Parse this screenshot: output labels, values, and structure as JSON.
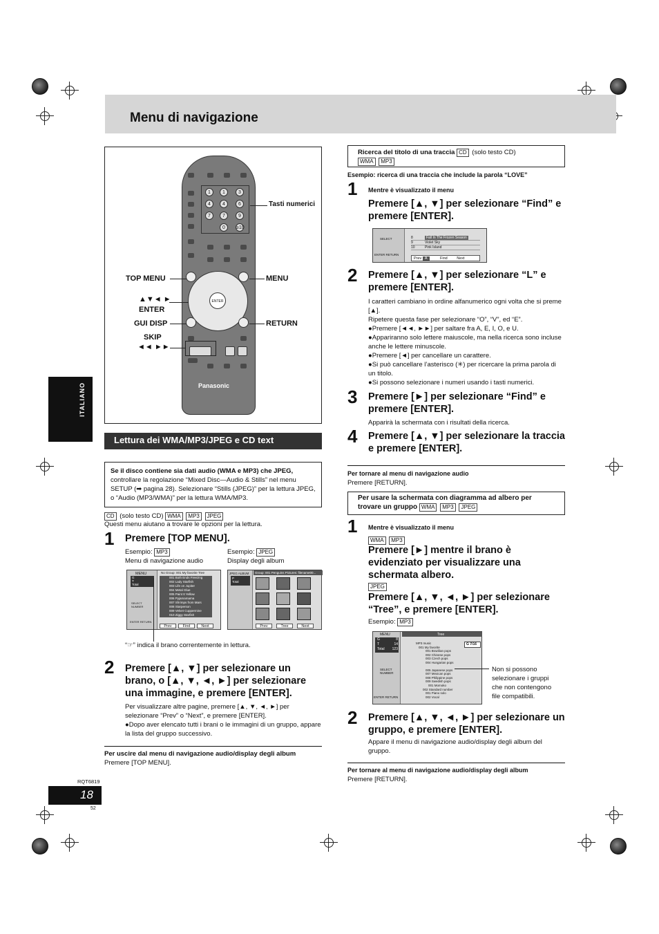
{
  "header": {
    "title": "Menu di navigazione",
    "side_tab": "ITALIANO"
  },
  "remote": {
    "brand": "Panasonic",
    "callouts": {
      "tasti_numerici": "Tasti numerici",
      "top_menu": "TOP MENU",
      "arrows": "▲▼◄ ►",
      "enter": "ENTER",
      "gui_disp": "GUI DISP",
      "skip": "SKIP",
      "skip_symbols": "◄◄  ►►",
      "menu": "MENU",
      "return": "RETURN"
    }
  },
  "left": {
    "section_heading": "Lettura dei WMA/MP3/JPEG e CD text",
    "note_box": {
      "lead": "Se il disco contiene sia dati audio (WMA e MP3) che JPEG,",
      "text": "controllare la regolazione “Mixed Disc—Audio & Stills” nel menu SETUP (➡ pagina 28). Selezionare “Stills (JPEG)” per la lettura JPEG, o “Audio (MP3/WMA)” per la lettura WMA/MP3."
    },
    "tags_line": {
      "cd": "CD",
      "cd_note": "(solo testo CD)",
      "wma": "WMA",
      "mp3": "MP3",
      "jpeg": "JPEG"
    },
    "intro": "Questi menu aiutano a trovare le opzioni per la lettura.",
    "step1": {
      "num": "1",
      "text": "Premere [TOP MENU]."
    },
    "example_left": {
      "label": "Esempio:",
      "tag": "MP3",
      "caption": "Menu di navigazione audio"
    },
    "example_right": {
      "label": "Esempio:",
      "tag": "JPEG",
      "caption": "Display degli album"
    },
    "screen_mp3": {
      "menu": "MENU",
      "header": "No   Group: 001 My favorite     Tree",
      "g": "G",
      "t": "T",
      "total": "Total",
      "tracks": [
        "001 Both Ends Freezing",
        "002 Lady Starfish",
        "003 Life on Jupiter",
        "004 Metal Glue",
        "005 Paint It Yellow",
        "006 Pyjamamama",
        "007 Shrimps from Mars",
        "008 Starperson",
        "009 Velvet Cuppermine",
        "010 Ziggy Starfish"
      ],
      "select": "SELECT",
      "number": "NUMBER",
      "enter": "ENTER",
      "return": "RETURN",
      "buttons": [
        "Prev",
        "Find",
        "Next"
      ]
    },
    "screen_jpeg": {
      "menu": "JPEG ALBUM",
      "header": "Group: 001 Penguins   Pictures: filename00...",
      "p": "P",
      "total": "Total",
      "buttons": [
        "Prev",
        "Tree",
        "Next"
      ]
    },
    "cursor_note": "“☞” indica il brano correntemente in lettura.",
    "step2": {
      "num": "2",
      "text": "Premere [▲, ▼] per selezionare un brano, o [▲, ▼, ◄, ►] per selezionare una immagine, e premere [ENTER]."
    },
    "step2_body": [
      "Per visualizzare altre pagine, premere [▲, ▼, ◄, ►] per selezionare “Prev” o “Next”, e premere [ENTER].",
      "●Dopo aver elencato tutti i brani o le immagini di un gruppo, appare la lista del gruppo successivo."
    ],
    "exit_title": "Per uscire dal menu di navigazione audio/display degli album",
    "exit_text": "Premere [TOP MENU]."
  },
  "right": {
    "search_box": {
      "title": "Ricerca del titolo di una traccia",
      "cd": "CD",
      "cd_note": "(solo testo CD)",
      "wma": "WMA",
      "mp3": "MP3"
    },
    "search_example": "Esempio:  ricerca di una traccia che include la parola “LOVE”",
    "s1_num": "1",
    "s1_sub": "Mentre è visualizzato il menu",
    "s1_step": "Premere [▲, ▼] per selezionare “Find” e premere [ENTER].",
    "find_screen": {
      "rows": [
        [
          "8",
          "Fall In The Frozen Season"
        ],
        [
          "9",
          "Violet Sky"
        ],
        [
          "10",
          "Pink Island"
        ]
      ],
      "select": "SELECT",
      "enter": "ENTER",
      "return": "RETURN",
      "prev": "Prev",
      "a": "A",
      "find": "Find",
      "next": "Next"
    },
    "s2_num": "2",
    "s2_step": "Premere [▲, ▼] per selezionare “L” e premere [ENTER].",
    "s2_body": [
      "I caratteri cambiano in ordine alfanumerico ogni volta che si preme [▲].",
      "Ripetere questa fase per selezionare “O”, “V”, ed “E”.",
      "●Premere [◄◄, ►►] per saltare fra A, E, I, O, e U.",
      "●Appariranno solo lettere maiuscole, ma nella ricerca sono incluse anche le lettere minuscole.",
      "●Premere [◄] per cancellare un carattere.",
      "●Si può cancellare l’asterisco (✳) per ricercare la prima parola di un titolo.",
      "●Si possono selezionare i numeri usando i tasti numerici."
    ],
    "s3_num": "3",
    "s3_step": "Premere [►] per selezionare “Find” e premere [ENTER].",
    "s3_body": "Apparirà la schermata con i risultati della ricerca.",
    "s4_num": "4",
    "s4_step": "Premere [▲, ▼] per selezionare la traccia e premere [ENTER].",
    "back1_title": "Per tornare al menu di navigazione audio",
    "back1_text": "Premere [RETURN].",
    "tree_box": {
      "title": "Per usare la schermata con diagramma ad albero per trovare un gruppo",
      "wma": "WMA",
      "mp3": "MP3",
      "jpeg": "JPEG"
    },
    "t1_num": "1",
    "t1_sub": "Mentre è visualizzato il menu",
    "t1_tags": {
      "wma": "WMA",
      "mp3": "MP3"
    },
    "t1_step": "Premere [►] mentre il brano è evidenziato per visualizzare una schermata albero.",
    "t1_jpeg": "JPEG",
    "t1_step_b": "Premere [▲, ▼, ◄, ►] per selezionare “Tree”, e premere [ENTER].",
    "t1_example": "Esempio:",
    "t1_example_tag": "MP3",
    "tree_screen": {
      "menu": "MENU",
      "tree": "Tree",
      "g": "G",
      "g_val": "8",
      "t": "T",
      "t_val": "14",
      "total": "Total",
      "total_val": "123",
      "badge": "G  7/16",
      "items": [
        "MP3 music",
        "001 My favorite",
        "001 Brazilian pops",
        "002 Chinese pops",
        "003 Czech pops",
        "004 Hungarian pops",
        "",
        "005 Japanese pops",
        "007 Mexican pops",
        "008 Philippine pops",
        "009 Swedish pops",
        "001 Momoko",
        "002 Standard number",
        "001 Piano solo",
        "002 Vocal"
      ],
      "select": "SELECT",
      "number": "NUMBER",
      "enter": "ENTER",
      "return": "RETURN"
    },
    "tree_note": "Non si possono selezionare i gruppi che non contengono file compatibili.",
    "t2_num": "2",
    "t2_step": "Premere [▲, ▼, ◄, ►] per selezionare un gruppo, e premere [ENTER].",
    "t2_body": "Appare il menu di navigazione audio/display degli album del gruppo.",
    "back2_title": "Per tornare al menu di navigazione audio/display degli album",
    "back2_text": "Premere [RETURN]."
  },
  "footer": {
    "code": "RQT6819",
    "page": "18",
    "sheet": "52"
  }
}
